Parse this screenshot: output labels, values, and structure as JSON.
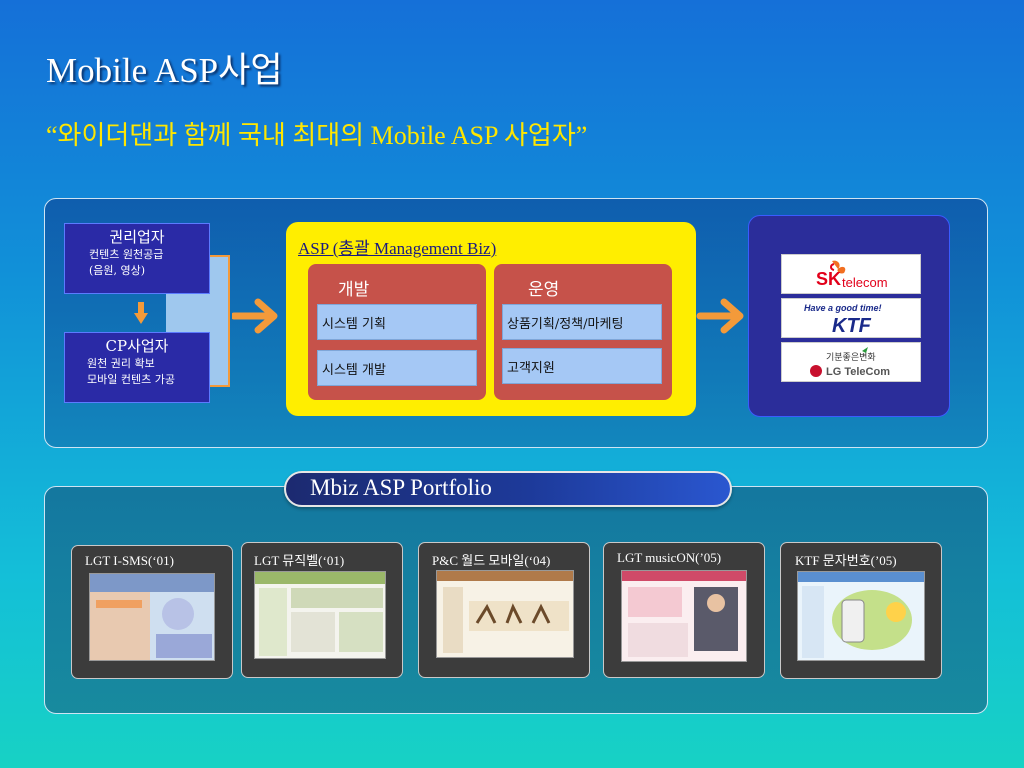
{
  "title": "Mobile ASP사업",
  "subtitle": "“와이더댄과 함께 국내 최대의 Mobile ASP 사업자”",
  "left": {
    "rights_holder": {
      "title": "권리업자",
      "lines": [
        "컨텐츠 원천공급",
        "(음원, 영상)"
      ]
    },
    "cp": {
      "title": "CP사업자",
      "lines": [
        "원천 권리 확보",
        "모바일 컨텐츠 가공"
      ]
    }
  },
  "asp": {
    "title": "ASP (총괄 Management Biz)",
    "development": {
      "title": "개발",
      "items": [
        "시스템 기획",
        "시스템 개발"
      ]
    },
    "operations": {
      "title": "운영",
      "items": [
        "상품기획/정책/마케팅",
        "고객지원"
      ]
    }
  },
  "carriers": {
    "sk": {
      "main": "SK",
      "sub": "telecom"
    },
    "ktf": {
      "tagline": "Have a good time!",
      "main": "KTF"
    },
    "lgt": {
      "tagline": "기분좋은변화",
      "main": "LG TeleCom"
    }
  },
  "portfolio": {
    "title": "Mbiz ASP Portfolio",
    "items": [
      {
        "label": "LGT I-SMS(‘01)"
      },
      {
        "label": "LGT 뮤직벨(‘01)"
      },
      {
        "label": "P&C 월드 모바일(‘04)"
      },
      {
        "label": "LGT musicON(’05)"
      },
      {
        "label": "KTF 문자번호(’05)"
      }
    ]
  },
  "colors": {
    "accent_yellow": "#ffee00",
    "red_box": "#c6524a",
    "arrow_orange": "#f39a3a",
    "carrier_box": "#2b2d9a"
  }
}
